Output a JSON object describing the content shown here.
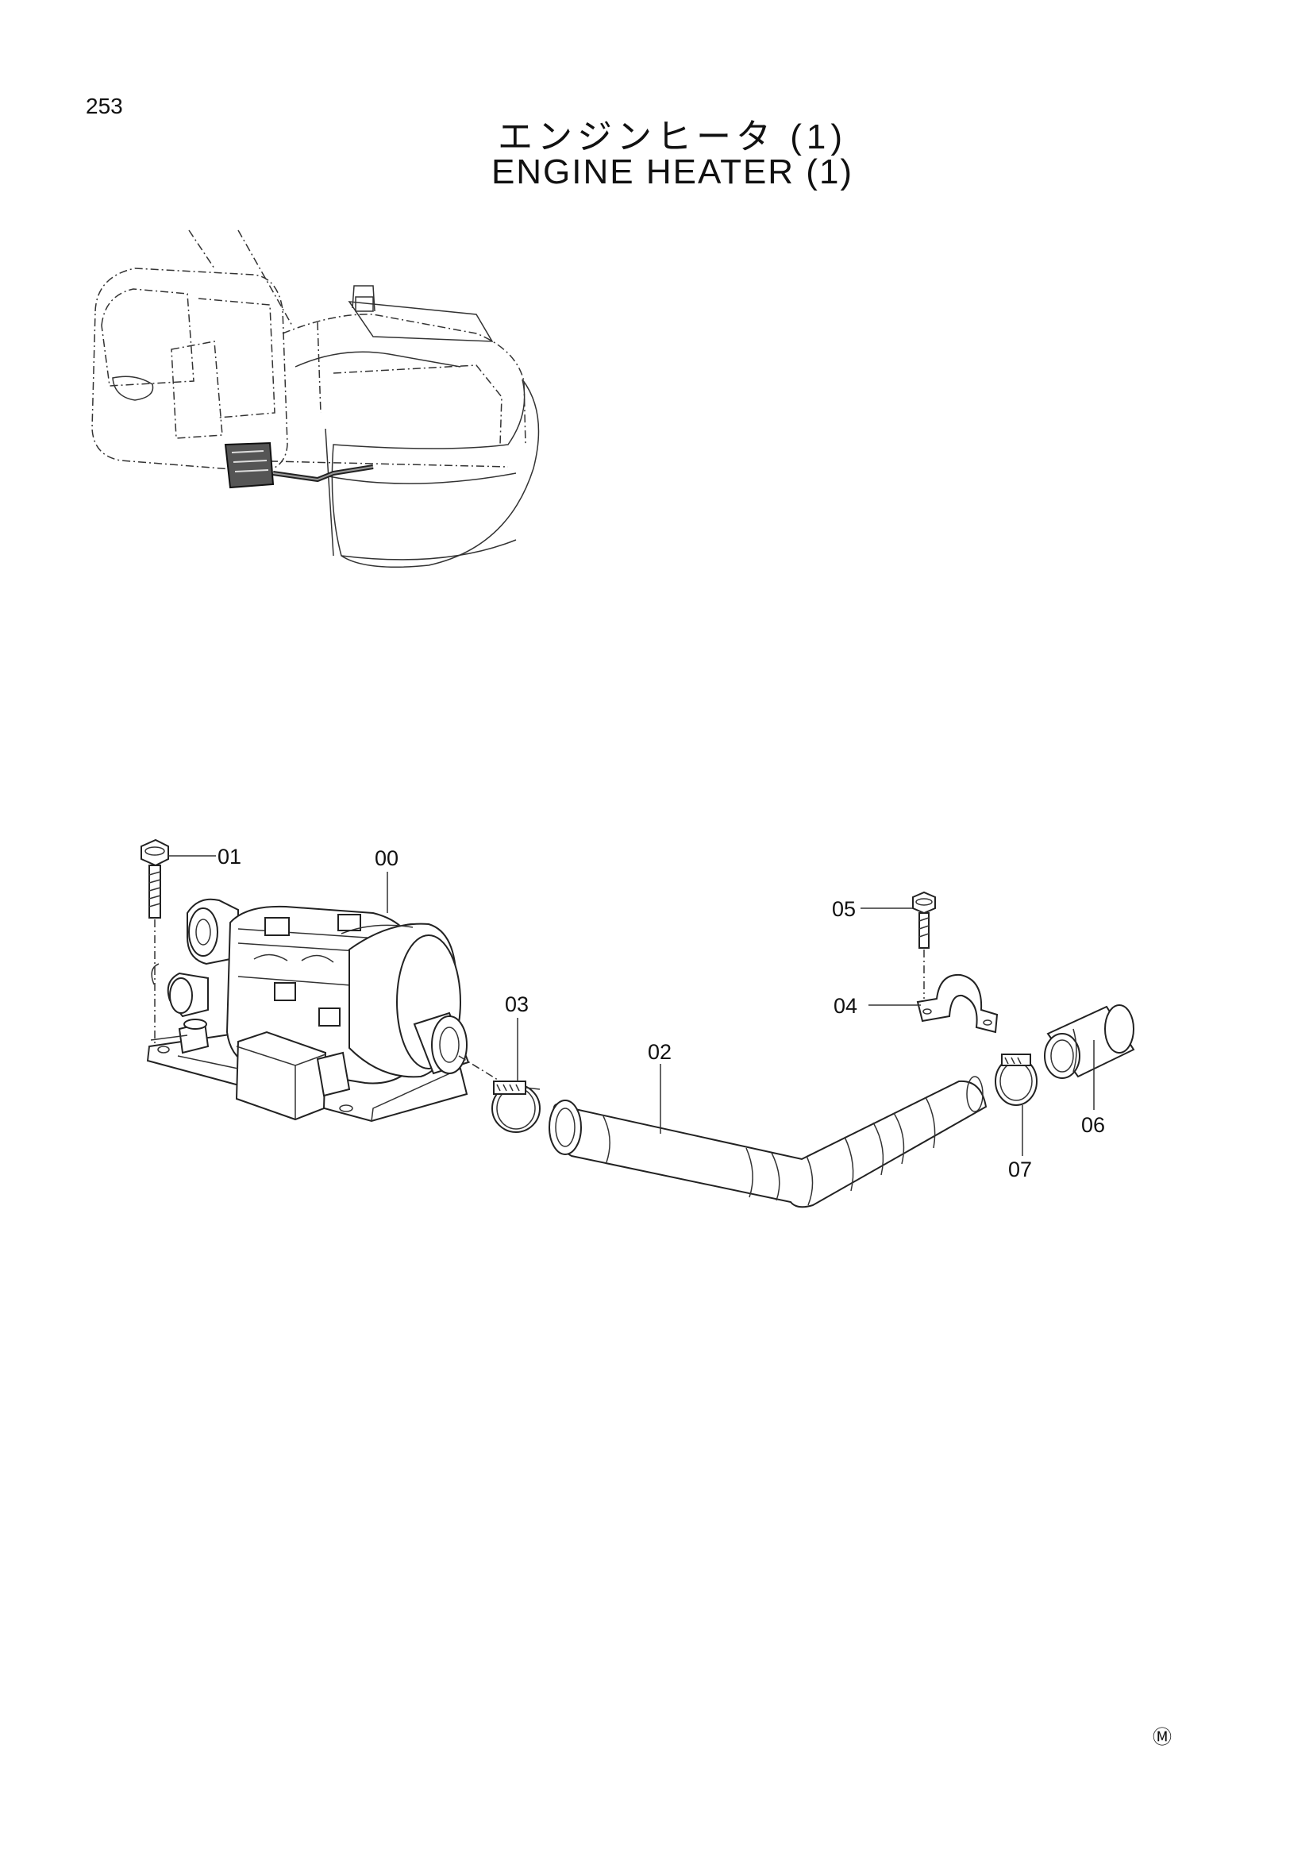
{
  "page_number": "253",
  "title_jp": "エンジンヒータ (1)",
  "title_en": "ENGINE HEATER (1)",
  "callouts": {
    "p00": "00",
    "p01": "01",
    "p02": "02",
    "p03": "03",
    "p04": "04",
    "p05": "05",
    "p06": "06",
    "p07": "07"
  },
  "footer_mark": "Ⓜ"
}
